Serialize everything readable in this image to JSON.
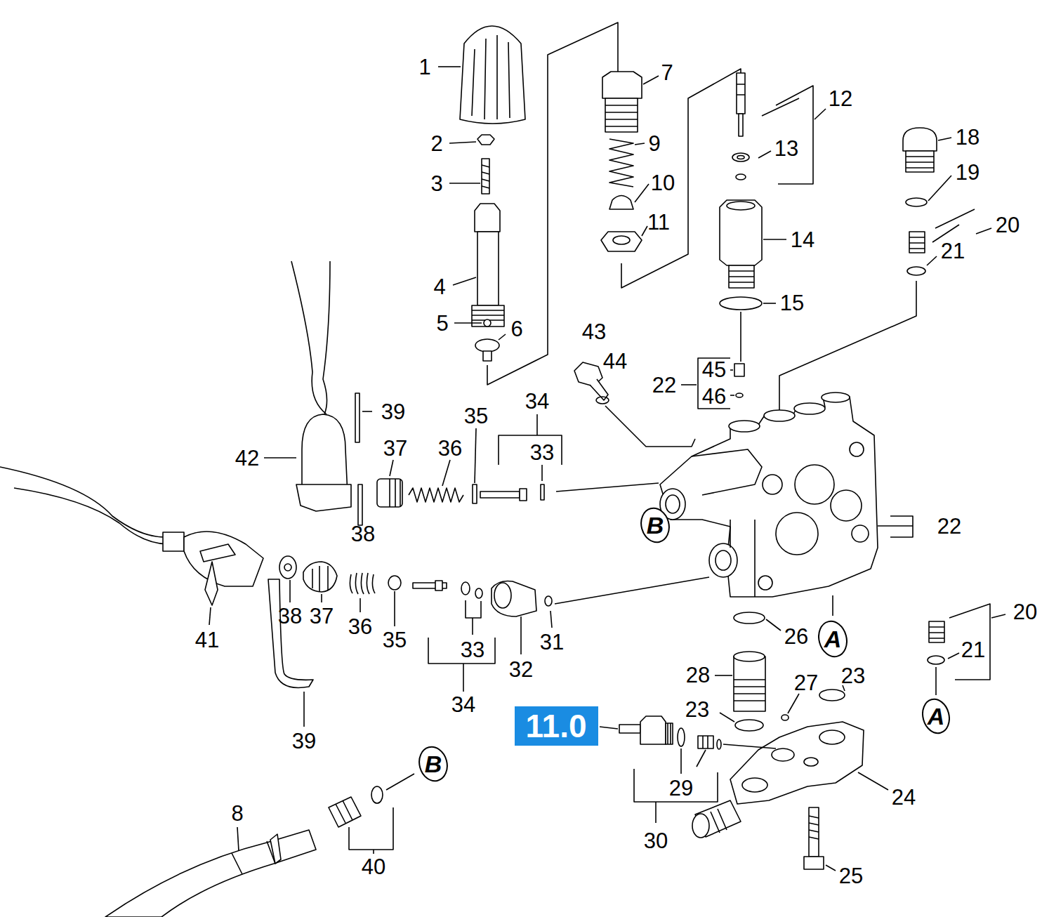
{
  "diagram": {
    "nodes": [
      {
        "text": [
          "B"
        ]
      },
      {
        "text": [
          "A"
        ]
      },
      {
        "text": [
          "A"
        ]
      },
      {
        "text": [
          "11.0"
        ]
      },
      {
        "text": [
          "B"
        ]
      }
    ],
    "labels": [
      "1",
      "7",
      "12",
      "18",
      "2",
      "9",
      "13",
      "19",
      "3",
      "10",
      "20",
      "11",
      "14",
      "21",
      "4",
      "15",
      "5",
      "6",
      "43",
      "44",
      "45",
      "22",
      "46",
      "34",
      "39",
      "35",
      "37",
      "36",
      "33",
      "42",
      "22",
      "38",
      "38",
      "37",
      "36",
      "35",
      "33",
      "31",
      "26",
      "20",
      "21",
      "41",
      "32",
      "28",
      "27",
      "23",
      "23",
      "34",
      "39",
      "29",
      "24",
      "8",
      "30",
      "40",
      "25"
    ]
  }
}
